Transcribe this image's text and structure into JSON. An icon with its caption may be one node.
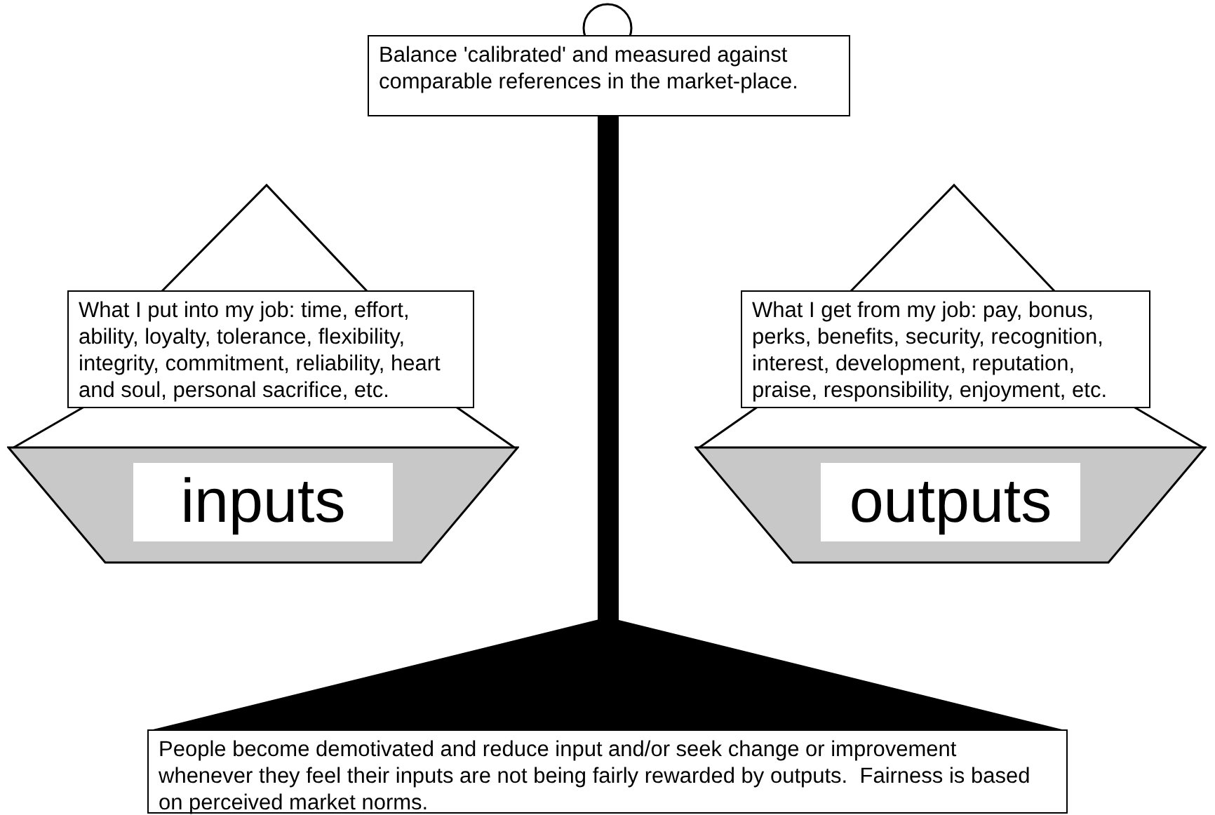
{
  "diagram": {
    "nodes": [
      {
        "text": [
          "Balance 'calibrated' and measured against comparable references in the market-place."
        ]
      },
      {
        "text": [
          "What I put into my job: time, effort, ability, loyalty, tolerance, flexibility, integrity, commitment, reliability, heart and soul, personal sacrifice, etc."
        ]
      },
      {
        "text": [
          "What I get from my job: pay, bonus, perks, benefits, security, recognition, interest, development, reputation, praise, responsibility, enjoyment, etc."
        ]
      },
      {
        "text": [
          "inputs"
        ]
      },
      {
        "text": [
          "outputs"
        ]
      },
      {
        "text": [
          "People become demotivated and reduce input and/or seek change or improvement whenever they feel their inputs are not being fairly rewarded by outputs.  Fairness is based on perceived market norms."
        ]
      }
    ]
  }
}
